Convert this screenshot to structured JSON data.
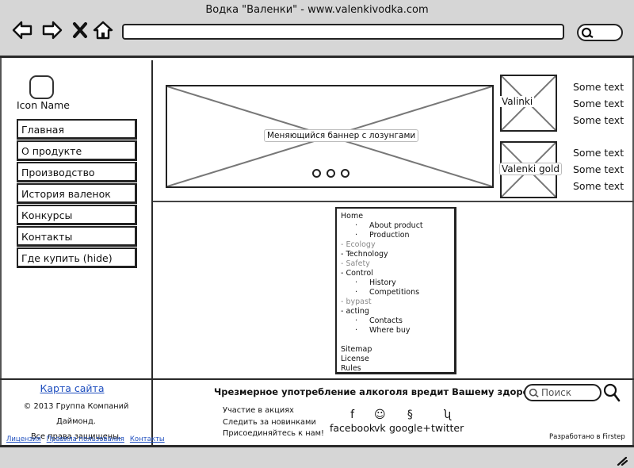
{
  "window": {
    "title": "Водка \"Валенки\" - www.valenkivodka.com"
  },
  "browser": {
    "nav_icons": [
      "back-arrow-icon",
      "forward-arrow-icon",
      "close-x-icon",
      "home-icon"
    ],
    "url_value": "",
    "search_icon": "search-icon"
  },
  "sidebar": {
    "icon_name": "Icon Name",
    "menu": [
      {
        "label": "Главная"
      },
      {
        "label": "О продукте"
      },
      {
        "label": "Производство"
      },
      {
        "label": "История валенок"
      },
      {
        "label": "Конкурсы"
      },
      {
        "label": "Контакты"
      },
      {
        "label": "Где купить (hide)"
      }
    ]
  },
  "banner": {
    "label": "Меняющийся баннер с лозунгами",
    "slide_count": 3
  },
  "products": [
    {
      "label": "Valinki",
      "texts": [
        "Some text",
        "Some text",
        "Some text"
      ]
    },
    {
      "label": "Valenki gold",
      "texts": [
        "Some text",
        "Some text",
        "Some text"
      ]
    }
  ],
  "sitemap_box": {
    "home": "Home",
    "about": "About product",
    "production": "Production",
    "ecology": "- Ecology",
    "technology": "- Technology",
    "safety": "- Safety",
    "control": "- Control",
    "history": "History",
    "competitions": "Competitions",
    "bypast": "- bypast",
    "acting": "- acting",
    "contacts": "Contacts",
    "where_buy": "Where buy",
    "sitemap": "Sitemap",
    "license": "License",
    "rules": "Rules",
    "bullet": "·",
    "grey_color": "#8a8a8a"
  },
  "footer": {
    "sitemap_link": "Карта сайта",
    "copyright_line1": "© 2013 Группа Компаний Даймонд.",
    "copyright_line2": "Все права защищены.",
    "legal_links": [
      "Лицензия",
      "Правила пользования",
      "Контакты"
    ],
    "warning": "Чрезмерное употребление алкоголя вредит  Вашему здоровью.",
    "promo": [
      "Участие в акциях",
      "Следить за новинками",
      "Присоединяйтесь к нам!"
    ],
    "social": [
      {
        "label": "facebook",
        "icon": "facebook-icon",
        "glyph": "f"
      },
      {
        "label": "vk",
        "icon": "vk-icon",
        "glyph": "☺"
      },
      {
        "label": "google+",
        "icon": "google-plus-icon",
        "glyph": "§"
      },
      {
        "label": "twitter",
        "icon": "twitter-icon",
        "glyph": "ʯ"
      }
    ],
    "search_placeholder": "Поиск",
    "made_by": "Разработано в Firstep"
  },
  "colors": {
    "chrome": "#d6d6d6",
    "link": "#1f4fbf",
    "border": "#222222"
  }
}
